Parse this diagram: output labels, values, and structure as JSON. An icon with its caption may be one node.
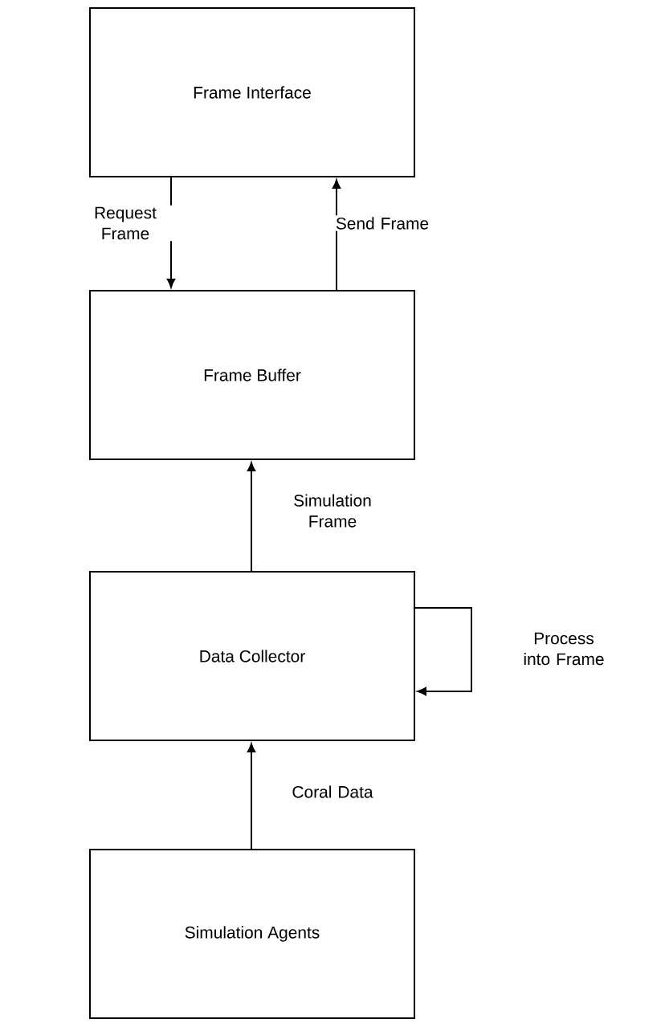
{
  "diagram": {
    "nodes": [
      {
        "text": [
          "Frame Interface"
        ]
      },
      {
        "text": [
          "Frame Buffer"
        ]
      },
      {
        "text": [
          "Data Collector"
        ]
      },
      {
        "text": [
          "Simulation Agents"
        ]
      }
    ],
    "edges": [
      {
        "from": 0,
        "to": 1,
        "arrow": "to",
        "label": "Request Frame"
      },
      {
        "from": 1,
        "to": 0,
        "arrow": "to",
        "label": "Send Frame"
      },
      {
        "from": 2,
        "to": 1,
        "arrow": "to",
        "label": "Simulation Frame"
      },
      {
        "from": 2,
        "to": 2,
        "arrow": "to",
        "label": "Process into Frame"
      },
      {
        "from": 3,
        "to": 2,
        "arrow": "to",
        "label": "Coral Data"
      }
    ]
  }
}
